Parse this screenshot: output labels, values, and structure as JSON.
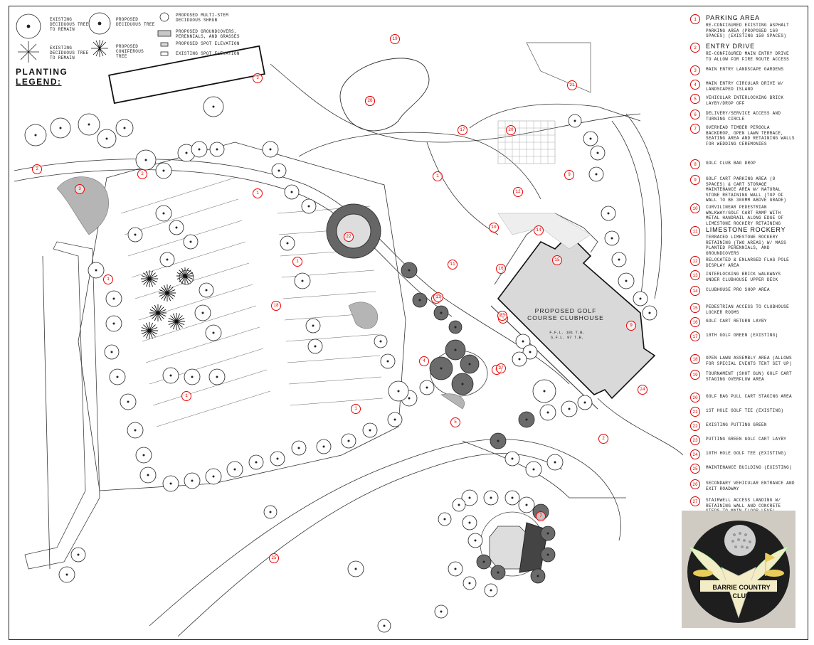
{
  "legend": {
    "title_line1": "PLANTING",
    "title_line2": "LEGEND:",
    "items": [
      {
        "label": "EXISTING DECIDUOUS TREE TO REMAIN"
      },
      {
        "label": "EXISTING DECIDUOUS TREE TO REMAIN"
      },
      {
        "label": "PROPOSED DECIDUOUS TREE"
      },
      {
        "label": "PROPOSED CONIFEROUS TREE"
      },
      {
        "label": "PROPOSED MULTI-STEM DECIDUOUS SHRUB"
      },
      {
        "label": "PROPOSED GROUNDCOVERS, PERENNIALS, AND GRASSES"
      },
      {
        "label": "PROPOSED SPOT ELEVATION"
      },
      {
        "label": "EXISTING SPOT ELEVATION"
      }
    ]
  },
  "building": {
    "title": "PROPOSED GOLF COURSE CLUBHOUSE",
    "ffl": "F.F.L. 101 T.B.",
    "sub": "S.F.L. 97 T.B."
  },
  "notes": [
    {
      "num": "1",
      "title": "PARKING AREA",
      "desc": "RE-CONFIGURED EXISTING ASPHALT PARKING AREA (PROPOSED 160 SPACES) (EXISTING 158 SPACES)"
    },
    {
      "num": "2",
      "title": "ENTRY DRIVE",
      "desc": "RE-CONFIGURED MAIN ENTRY DRIVE TO ALLOW FOR FIRE ROUTE ACCESS"
    },
    {
      "num": "3",
      "title": "",
      "desc": "MAIN ENTRY LANDSCAPE GARDENS"
    },
    {
      "num": "4",
      "title": "",
      "desc": "MAIN ENTRY CIRCULAR DRIVE W/ LANDSCAPED ISLAND"
    },
    {
      "num": "5",
      "title": "",
      "desc": "VEHICULAR INTERLOCKING BRICK LAYBY/DROP OFF"
    },
    {
      "num": "6",
      "title": "",
      "desc": "DELIVERY/SERVICE ACCESS AND TURNING CIRCLE"
    },
    {
      "num": "7",
      "title": "",
      "desc": "OVERHEAD TIMBER PERGOLA BACKDROP, OPEN LAWN TERRACE, SEATING AREA AND RETAINING WALLS FOR WEDDING CEREMONIES"
    },
    {
      "num": "8",
      "title": "",
      "desc": "GOLF CLUB BAG DROP"
    },
    {
      "num": "9",
      "title": "",
      "desc": "GOLF CART PARKING AREA (8 SPACES) & CART STORAGE MAINTENANCE AREA W/ NATURAL STONE RETAINING WALL (TOP OF WALL TO BE 300MM ABOVE GRADE)"
    },
    {
      "num": "10",
      "title": "",
      "desc": "CURVILINEAR PEDESTRIAN WALKWAY/GOLF CART RAMP WITH METAL HANDRAIL ALONG EDGE OF LIMESTONE ROCKERY RETAINING"
    },
    {
      "num": "11",
      "title": "LIMESTONE ROCKERY",
      "desc": "TERRACED LIMESTONE ROCKERY RETAINING (TWO AREAS) W/ MASS PLANTED PERENNIALS, AND GROUNDCOVERS"
    },
    {
      "num": "12",
      "title": "",
      "desc": "RELOCATED & ENLARGED FLAG POLE DISPLAY AREA"
    },
    {
      "num": "13",
      "title": "",
      "desc": "INTERLOCKING BRICK WALKWAYS UNDER CLUBHOUSE UPPER DECK"
    },
    {
      "num": "14",
      "title": "",
      "desc": "CLUBHOUSE PRO SHOP AREA"
    },
    {
      "num": "15",
      "title": "",
      "desc": "PEDESTRIAN ACCESS TO CLUBHOUSE LOCKER ROOMS"
    },
    {
      "num": "16",
      "title": "",
      "desc": "GOLF CART RETURN LAYBY"
    },
    {
      "num": "17",
      "title": "",
      "desc": "18TH GOLF GREEN (EXISTING)"
    },
    {
      "num": "18",
      "title": "",
      "desc": "OPEN LAWN ASSEMBLY AREA (ALLOWS FOR SPECIAL EVENTS TENT SET UP)"
    },
    {
      "num": "19",
      "title": "",
      "desc": "TOURNAMENT (SHOT GUN) GOLF CART STAGING OVERFLOW AREA"
    },
    {
      "num": "20",
      "title": "",
      "desc": "GOLF BAG PULL CART STAGING AREA"
    },
    {
      "num": "21",
      "title": "",
      "desc": "1ST HOLE GOLF TEE (EXISTING)"
    },
    {
      "num": "22",
      "title": "",
      "desc": "EXISTING PUTTING GREEN"
    },
    {
      "num": "23",
      "title": "",
      "desc": "PUTTING GREEN GOLF CART LAYBY"
    },
    {
      "num": "24",
      "title": "",
      "desc": "10TH HOLE GOLF TEE (EXISTING)"
    },
    {
      "num": "25",
      "title": "",
      "desc": "MAINTENANCE BUILDING (EXISTING)"
    },
    {
      "num": "26",
      "title": "",
      "desc": "SECONDARY VEHICULAR ENTRANCE AND EXIT ROADWAY"
    },
    {
      "num": "27",
      "title": "",
      "desc": "STAIRWELL ACCESS LANDING W/ RETAINING WALL AND CONCRETE STEPS TO MAIN FLOOR LEVEL"
    }
  ],
  "callouts": [
    "1",
    "1",
    "1",
    "1",
    "1",
    "1",
    "2",
    "2",
    "2",
    "3",
    "3",
    "3",
    "4",
    "5",
    "5",
    "6",
    "7",
    "8",
    "9",
    "9",
    "10",
    "11",
    "12",
    "13",
    "14",
    "15",
    "16",
    "17",
    "18",
    "19",
    "20",
    "21",
    "22",
    "23",
    "24",
    "25",
    "26",
    "27"
  ],
  "logo": {
    "name": "BARRIE COUNTRY CLUB"
  },
  "colors": {
    "callout": "#e00000",
    "line": "#222222",
    "tree_fill": "#777777",
    "building": "#d9d9d9"
  }
}
